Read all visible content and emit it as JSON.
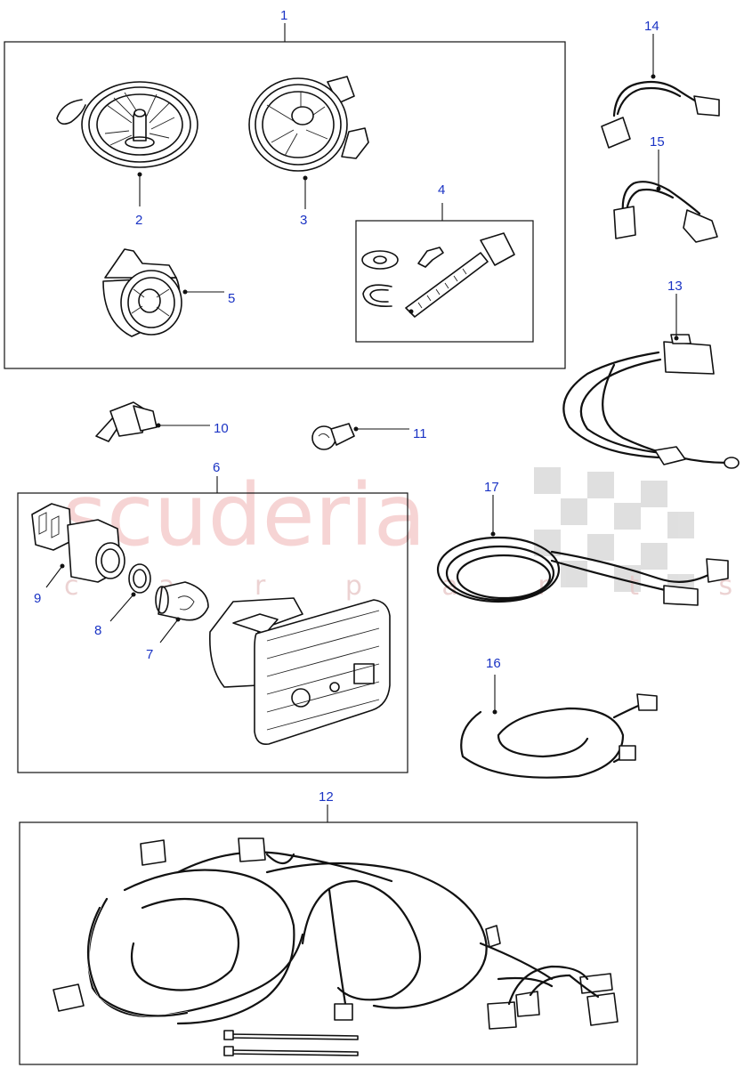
{
  "watermark": {
    "brand": "scuderia",
    "subtitle": "c a r p a r t s"
  },
  "callouts": {
    "c1": "1",
    "c2": "2",
    "c3": "3",
    "c4": "4",
    "c5": "5",
    "c6": "6",
    "c7": "7",
    "c8": "8",
    "c9": "9",
    "c10": "10",
    "c11": "11",
    "c12": "12",
    "c13": "13",
    "c14": "14",
    "c15": "15",
    "c16": "16",
    "c17": "17"
  }
}
